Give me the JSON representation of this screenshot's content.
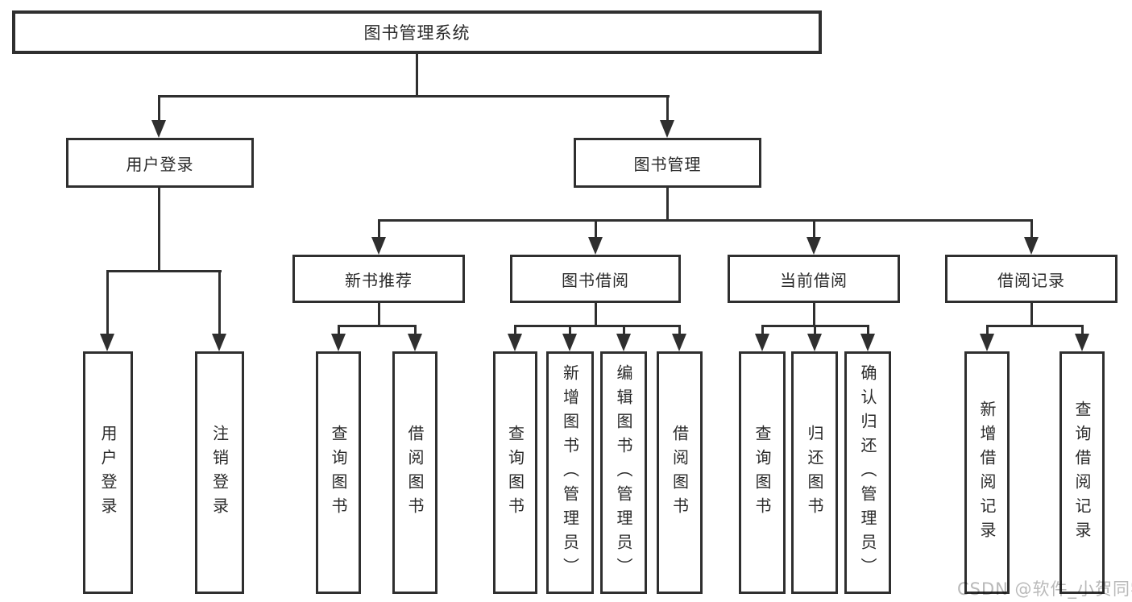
{
  "root": {
    "label": "图书管理系统"
  },
  "level2": {
    "user_login": {
      "label": "用户登录"
    },
    "book_mgmt": {
      "label": "图书管理"
    }
  },
  "level3": {
    "new_books": {
      "label": "新书推荐"
    },
    "book_borrow": {
      "label": "图书借阅"
    },
    "current_borrow": {
      "label": "当前借阅"
    },
    "borrow_records": {
      "label": "借阅记录"
    }
  },
  "leaves": {
    "user_login_1": "用户登录",
    "user_login_2": "注销登录",
    "new_books_1": "查询图书",
    "new_books_2": "借阅图书",
    "book_borrow_1": "查询图书",
    "book_borrow_2": "新增图书（管理员）",
    "book_borrow_3": "编辑图书（管理员）",
    "book_borrow_4": "借阅图书",
    "current_borrow_1": "查询图书",
    "current_borrow_2": "归还图书",
    "current_borrow_3": "确认归还（管理员）",
    "borrow_records_1": "新增借阅记录",
    "borrow_records_2": "查询借阅记录"
  },
  "watermark": {
    "text": "CSDN @软件_小贺同学"
  },
  "colors": {
    "line": "#2f2f2f",
    "text": "#2a2a2a",
    "background": "#ffffff",
    "watermark": "#b9b9b9"
  }
}
